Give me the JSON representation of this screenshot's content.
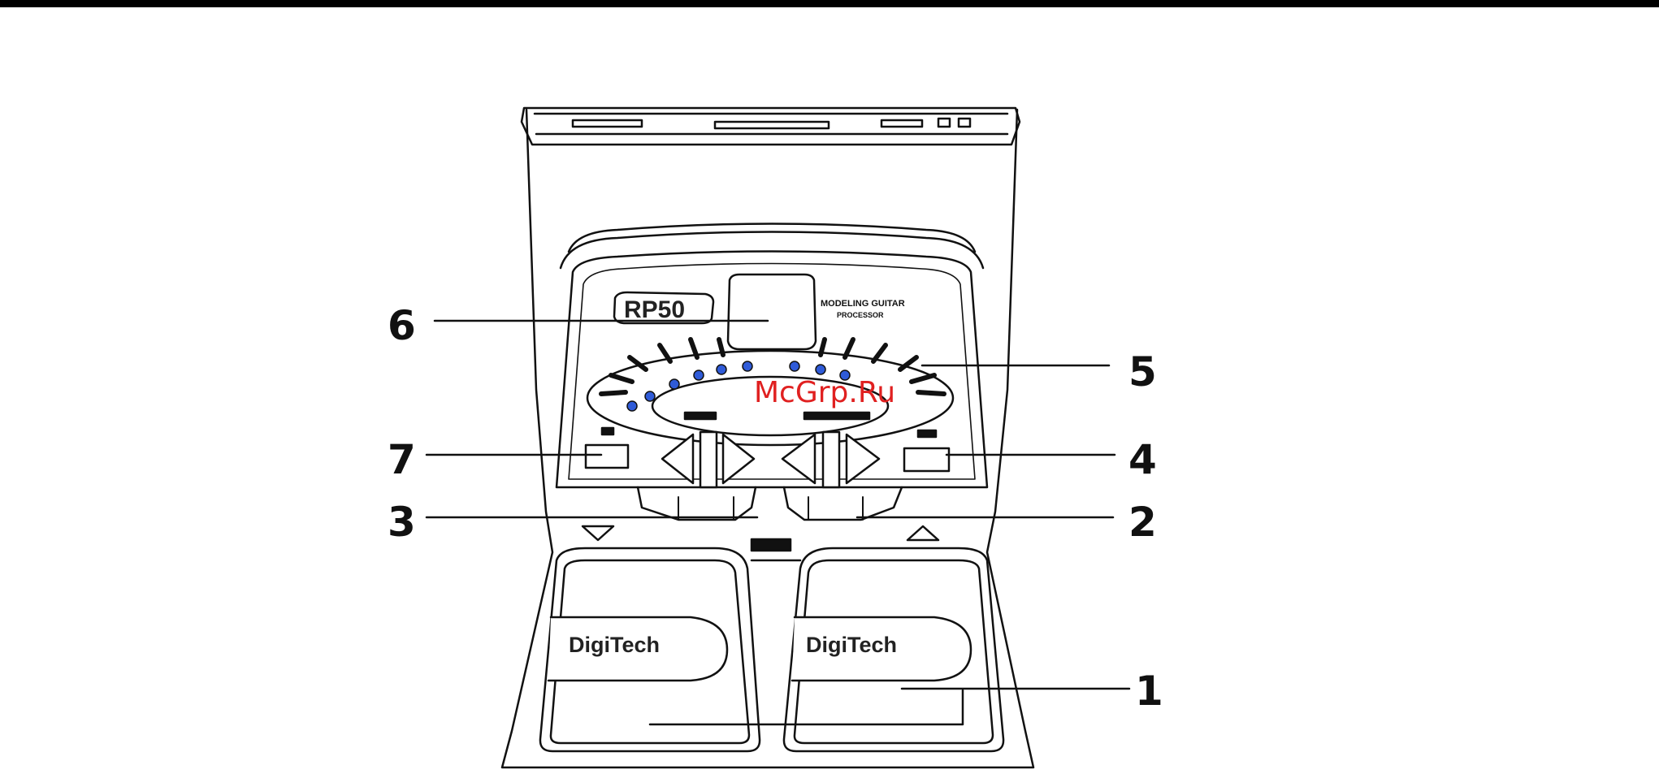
{
  "device": {
    "model_label": "RP50",
    "tagline_line1": "MODELING GUITAR",
    "tagline_line2": "PROCESSOR",
    "brand": "DigiTech"
  },
  "callouts": [
    {
      "id": "callout-1",
      "label": "1"
    },
    {
      "id": "callout-2",
      "label": "2"
    },
    {
      "id": "callout-3",
      "label": "3"
    },
    {
      "id": "callout-4",
      "label": "4"
    },
    {
      "id": "callout-5",
      "label": "5"
    },
    {
      "id": "callout-6",
      "label": "6"
    },
    {
      "id": "callout-7",
      "label": "7"
    }
  ],
  "watermark": "McGrp.Ru",
  "colors": {
    "line": "#111111",
    "led": "#2f5bd8",
    "watermark": "#e02020"
  }
}
